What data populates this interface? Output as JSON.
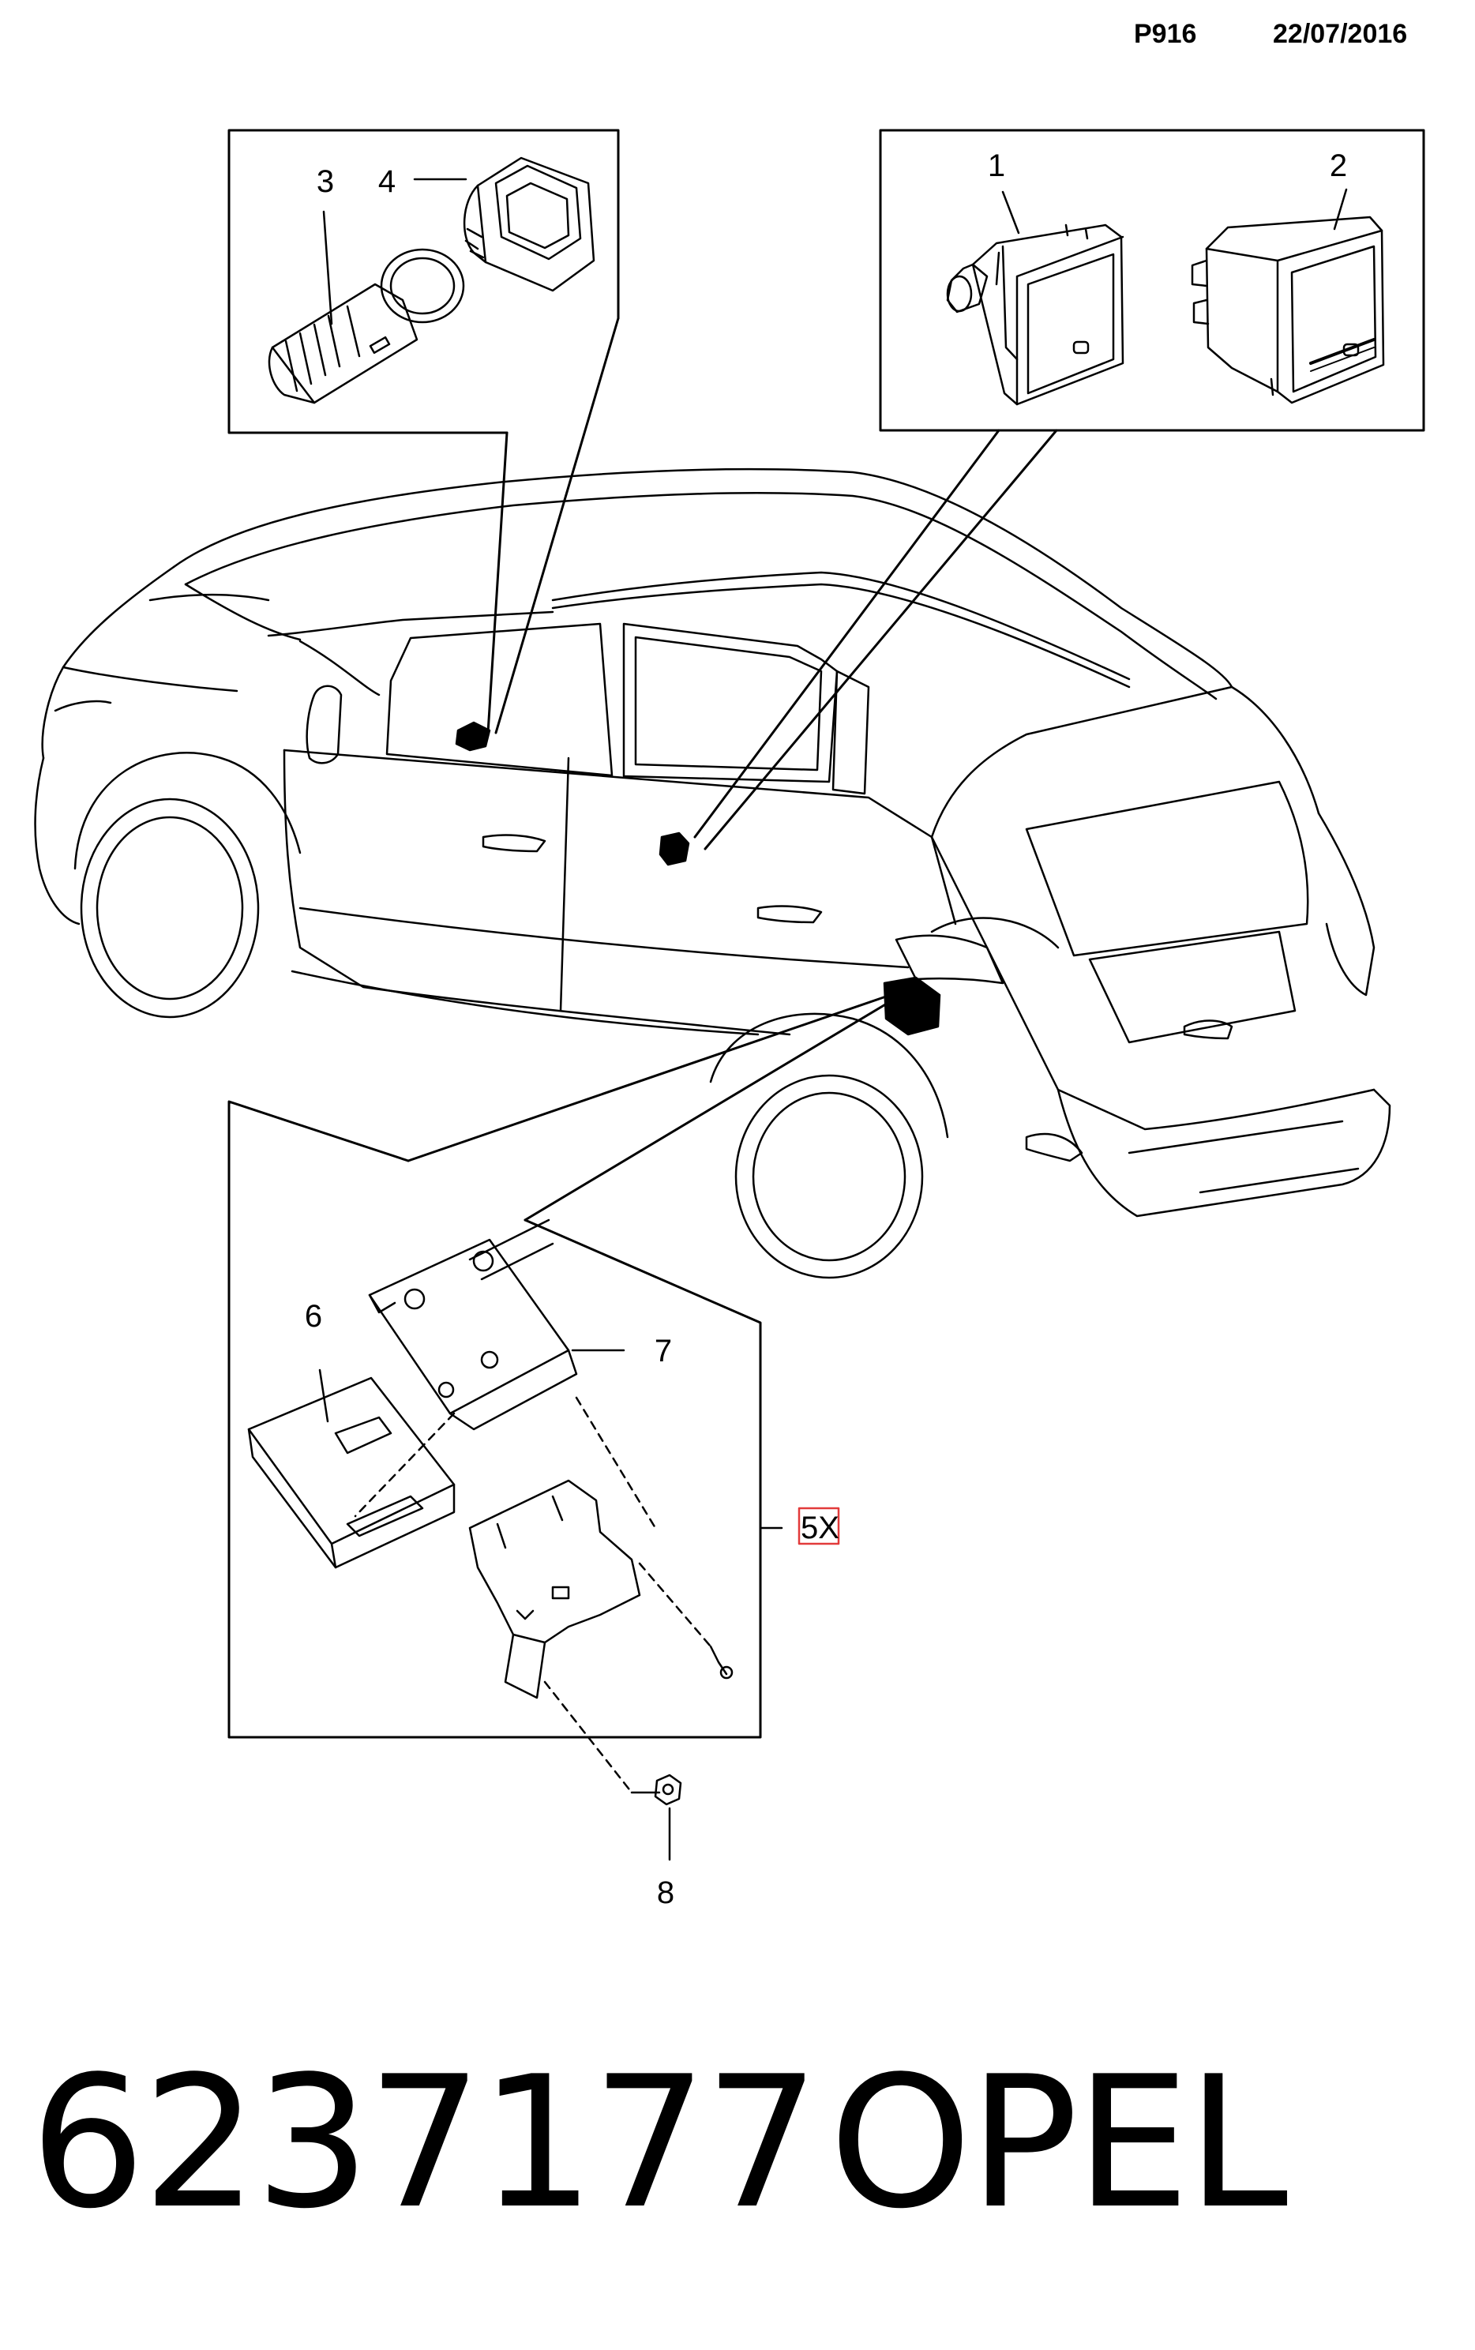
{
  "header": {
    "code": "P916",
    "date": "22/07/2016"
  },
  "callouts": {
    "c1": "1",
    "c2": "2",
    "c3": "3",
    "c4": "4",
    "c6": "6",
    "c7": "7",
    "c8": "8",
    "qty": "5X"
  },
  "footer": {
    "part_number": "6237177",
    "brand": "OPEL"
  },
  "colors": {
    "line": "#000000",
    "highlight_box": "#e23a3a"
  }
}
